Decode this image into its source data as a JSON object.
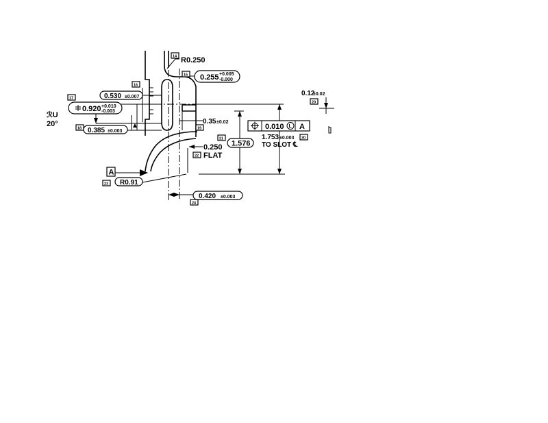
{
  "balloons": {
    "b14": "14",
    "b15": "15",
    "b16": "16",
    "b17": "17",
    "b18": "18",
    "b19": "19",
    "b20": "20",
    "b21": "21",
    "b22": "22",
    "b23": "23",
    "b24": "24",
    "b30": "30"
  },
  "dims": {
    "r0250": "R0.250",
    "d0255": "0.255",
    "d0255_tol_plus": "+0.005",
    "d0255_tol_minus": "-0.000",
    "d0530": "0.530",
    "d0530_tol": "±0.007",
    "d0920": "0.920",
    "d0920_tol_plus": "+0.010",
    "d0920_tol_minus": "-0.003",
    "d0385": "0.385",
    "d0385_tol": "±0.003",
    "d035": "0.35",
    "d035_tol": "±0.02",
    "d0250_flat_value": "0.250",
    "d0250_flat_note": "FLAT",
    "d1576": "1.576",
    "d1753": "1.753",
    "d1753_tol": "±0.003",
    "d1753_note": "TO SLOT ℄",
    "r091": "R0.91",
    "d0420": "0.420",
    "d0420_tol": "±0.003",
    "d012": "0.12",
    "d012_tol": "±0.02"
  },
  "fcf": {
    "symbol": "⌖",
    "tolerance": "0.010",
    "modifier": "L",
    "datum": "A"
  },
  "datum_label": "A",
  "edge_text": {
    "top": "ℛU",
    "bottom": "20°"
  }
}
